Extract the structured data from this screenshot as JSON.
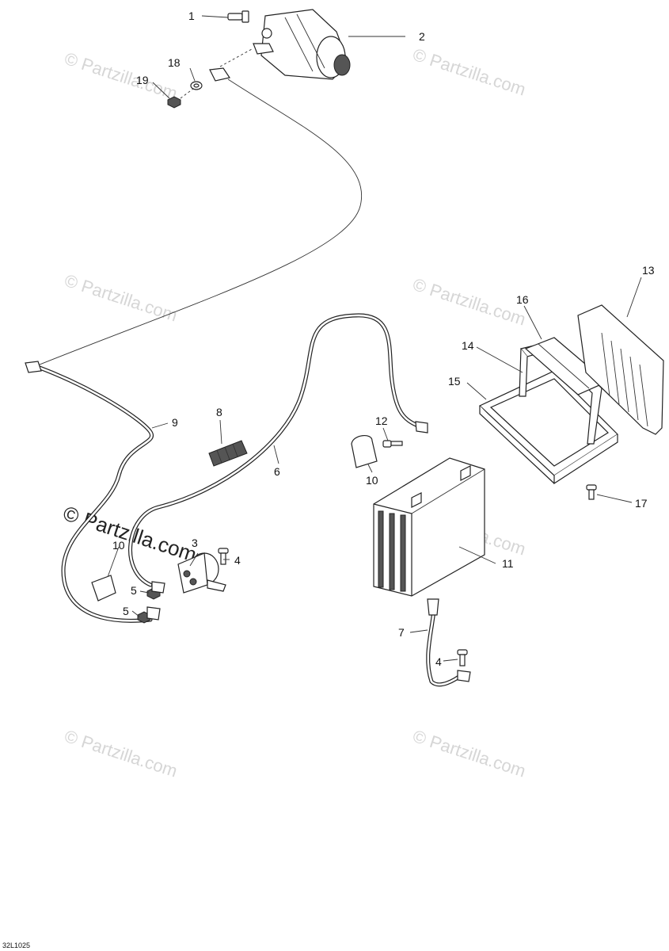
{
  "diagram_code": "32L1025",
  "watermark": {
    "text": "© Partzilla.com"
  },
  "callouts": [
    "1",
    "2",
    "3",
    "4",
    "4",
    "5",
    "5",
    "6",
    "7",
    "8",
    "9",
    "10",
    "10",
    "11",
    "12",
    "13",
    "14",
    "15",
    "16",
    "17",
    "18",
    "19"
  ]
}
